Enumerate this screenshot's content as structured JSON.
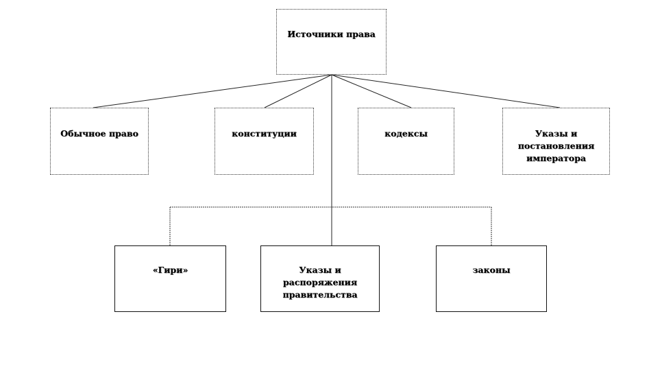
{
  "diagram": {
    "root": {
      "label": "Источники права"
    },
    "row1": [
      {
        "label": "Обычное право"
      },
      {
        "label": "конституции"
      },
      {
        "label": "кодексы"
      },
      {
        "label": "Указы и\nпостановления\nимператора"
      }
    ],
    "row2": [
      {
        "label": "«Гири»"
      },
      {
        "label": "Указы и\nраспоряжения\nправительства"
      },
      {
        "label": "законы"
      }
    ]
  }
}
